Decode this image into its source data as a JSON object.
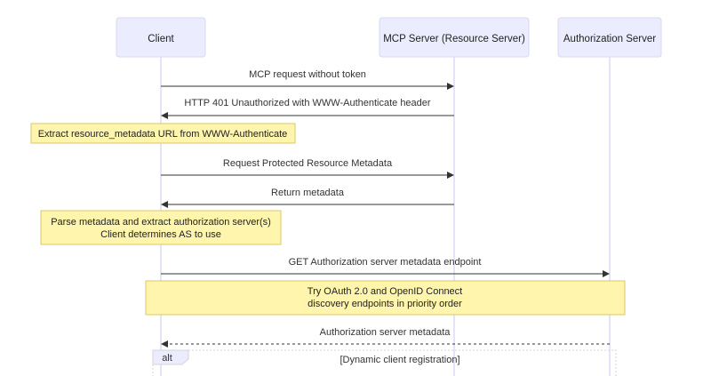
{
  "participants": {
    "client": "Client",
    "mcp_server": "MCP Server (Resource Server)",
    "auth_server": "Authorization Server"
  },
  "messages": {
    "m1": "MCP request without token",
    "m2": "HTTP 401 Unauthorized with WWW-Authenticate header",
    "m3": "Request Protected Resource Metadata",
    "m4": "Return metadata",
    "m5": "GET Authorization server metadata endpoint",
    "m6": "Authorization server metadata"
  },
  "notes": {
    "n1": "Extract resource_metadata URL from WWW-Authenticate",
    "n2_line1": "Parse metadata and extract authorization server(s)",
    "n2_line2": "Client determines AS to use",
    "n3_line1": "Try OAuth 2.0 and OpenID Connect",
    "n3_line2": "discovery endpoints in priority order"
  },
  "alt": {
    "label": "alt",
    "condition": "[Dynamic client registration]"
  },
  "colors": {
    "participant_fill": "#ececff",
    "note_fill": "#fff5ad",
    "line": "#333333"
  }
}
